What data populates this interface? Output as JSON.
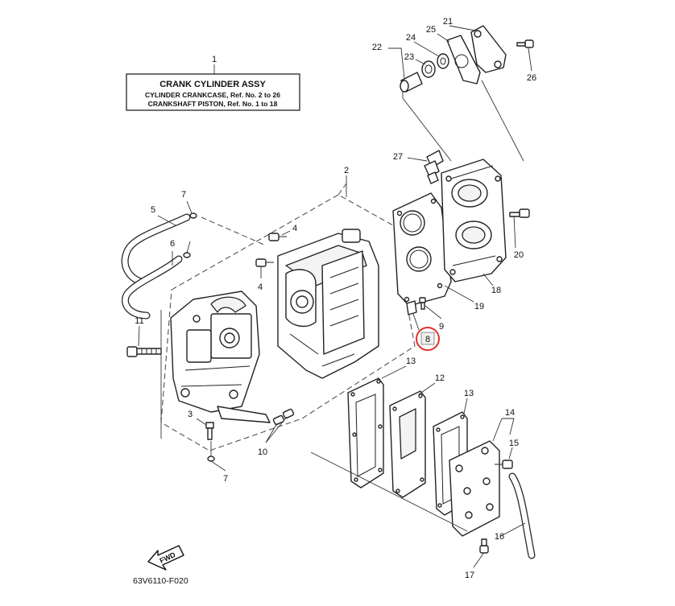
{
  "title_box": {
    "ref": "1",
    "line1": "CRANK CYLINDER ASSY",
    "line2": "CYLINDER CRANKCASE,  Ref. No.  2 to 26",
    "line3": "CRANKSHAFT PISTON,  Ref. No. 1 to 18"
  },
  "callouts": {
    "c2": "2",
    "c3": "3",
    "c4a": "4",
    "c4b": "4",
    "c5": "5",
    "c6": "6",
    "c7a": "7",
    "c7b": "7",
    "c8": "8",
    "c9": "9",
    "c10": "10",
    "c11": "11",
    "c12": "12",
    "c13a": "13",
    "c13b": "13",
    "c14": "14",
    "c15": "15",
    "c16": "16",
    "c17": "17",
    "c18": "18",
    "c19": "19",
    "c20": "20",
    "c21": "21",
    "c22": "22",
    "c23": "23",
    "c24": "24",
    "c25": "25",
    "c26": "26",
    "c27": "27"
  },
  "fwd_label": "FWD",
  "diagram_code": "63V6110-F020",
  "highlight_color": "#e0302a"
}
